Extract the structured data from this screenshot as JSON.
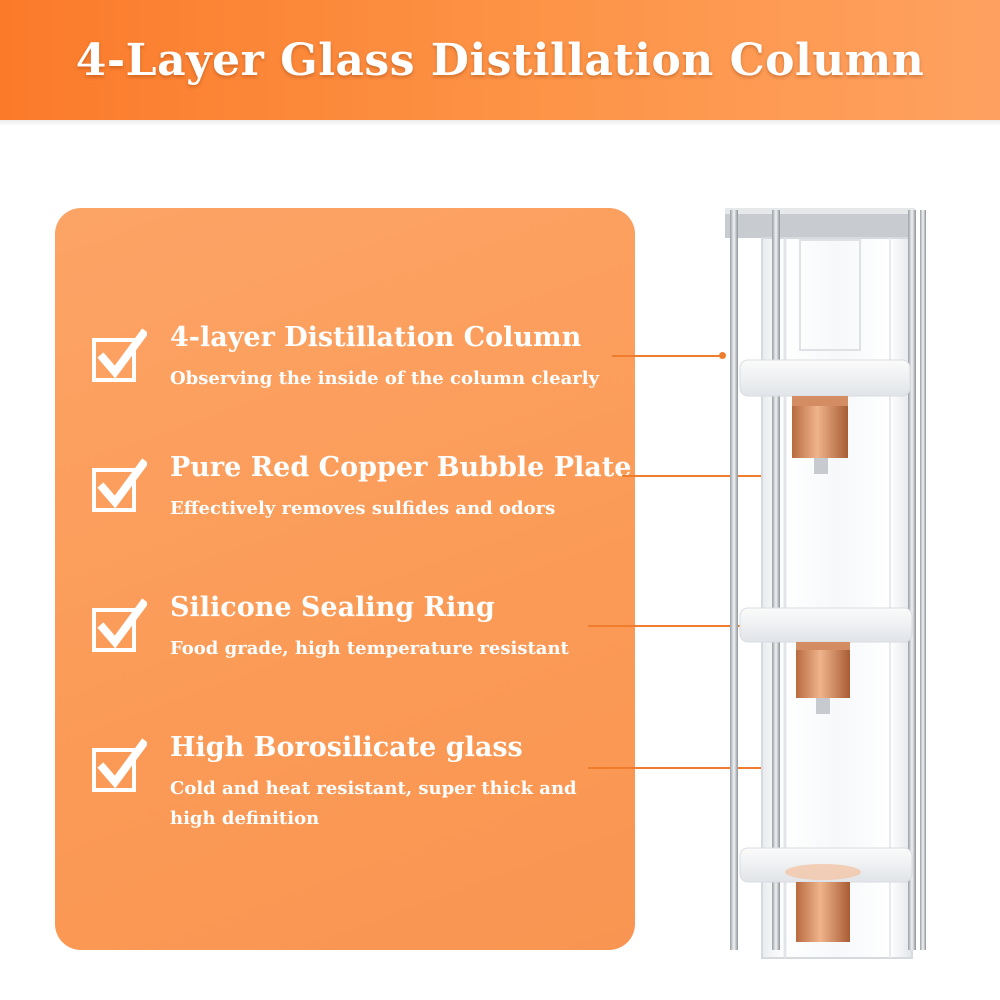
{
  "header": {
    "title": "4-Layer Glass Distillation Column",
    "accent_color": "#fb7a2a"
  },
  "features": [
    {
      "icon": "checkmark-icon",
      "title": "4-layer Distillation Column",
      "description": "Observing the inside of the column clearly"
    },
    {
      "icon": "checkmark-icon",
      "title": "Pure Red Copper Bubble Plate",
      "description": "Effectively removes sulfides and odors"
    },
    {
      "icon": "checkmark-icon",
      "title": "Silicone Sealing Ring",
      "description": "Food grade, high temperature resistant"
    },
    {
      "icon": "checkmark-icon",
      "title": "High Borosilicate glass",
      "description": "Cold and heat resistant, super thick and high definition"
    }
  ],
  "colors": {
    "panel": "#fb9a56",
    "callout": "#f07d2e",
    "copper": "#c97a4a"
  }
}
